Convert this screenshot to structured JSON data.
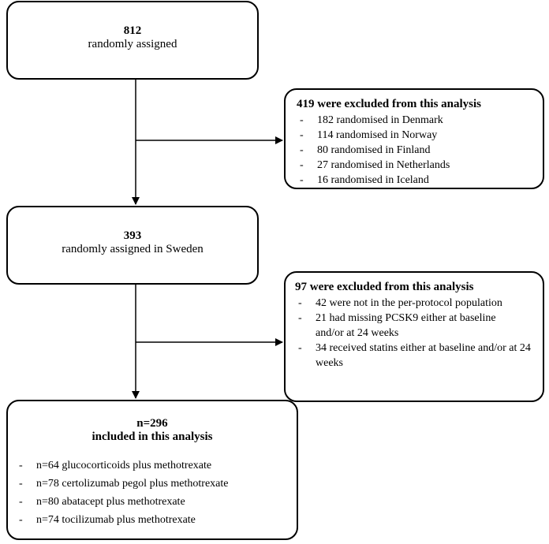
{
  "box1": {
    "count": "812",
    "label": "randomly assigned"
  },
  "box2": {
    "title": "419 were excluded from this analysis",
    "items": [
      "182 randomised in Denmark",
      "114 randomised in Norway",
      "80 randomised in Finland",
      "27 randomised in Netherlands",
      "16 randomised in Iceland"
    ]
  },
  "box3": {
    "count": "393",
    "label": "randomly assigned in Sweden"
  },
  "box4": {
    "title": "97 were excluded from this analysis",
    "items": [
      "42 were not in the per-protocol population",
      "21 had missing PCSK9 either at baseline and/or at 24 weeks",
      "34 received statins either at baseline and/or at 24 weeks"
    ]
  },
  "box5": {
    "count": "n=296",
    "label": "included in this analysis",
    "items": [
      "n=64 glucocorticoids plus methotrexate",
      "n=78 certolizumab pegol plus methotrexate",
      "n=80 abatacept plus methotrexate",
      "n=74 tocilizumab plus methotrexate"
    ]
  }
}
